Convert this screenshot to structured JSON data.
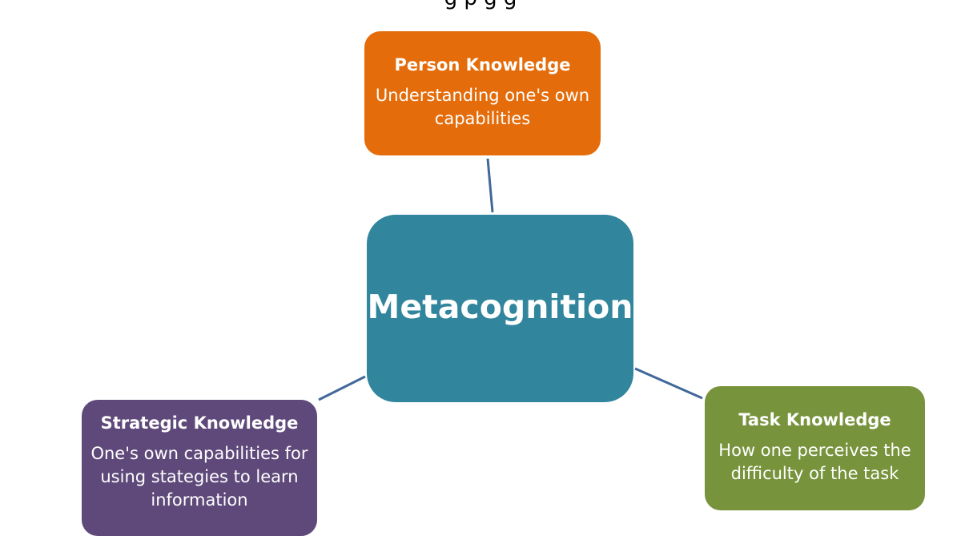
{
  "caption": "g                                            p                                                          g                                  g",
  "colors": {
    "person": "#e46c0a",
    "center": "#31859c",
    "strategic": "#5f497a",
    "task": "#77933c",
    "connector": "#41689a"
  },
  "center": {
    "title": "Metacognition"
  },
  "person": {
    "title": "Person Knowledge",
    "desc": "Understanding one's own capabilities"
  },
  "strategic": {
    "title": "Strategic Knowledge",
    "desc": "One's own capabilities for using stategies to learn information"
  },
  "task": {
    "title": "Task Knowledge",
    "desc": "How one perceives the difficulty of the task"
  }
}
